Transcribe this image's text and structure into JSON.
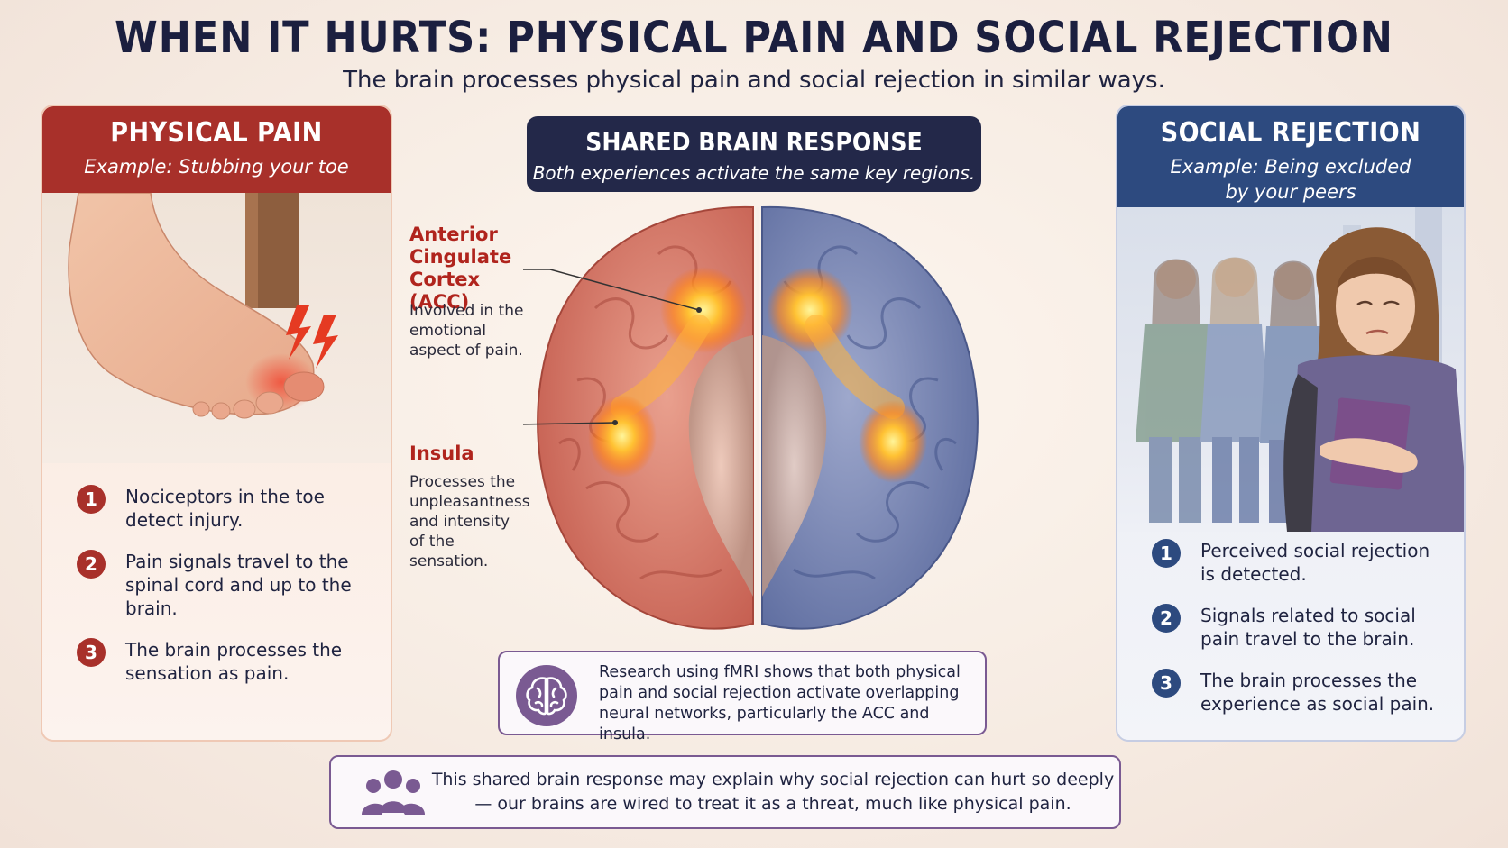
{
  "title": "WHEN IT HURTS: PHYSICAL PAIN AND SOCIAL REJECTION",
  "subtitle": "The brain processes physical pain and social rejection in similar ways.",
  "physical": {
    "title": "PHYSICAL PAIN",
    "example": "Example: Stubbing your toe",
    "steps": [
      {
        "num": "1",
        "text": "Nociceptors in the toe detect injury."
      },
      {
        "num": "2",
        "text": "Pain signals travel to the spinal cord and up to the brain."
      },
      {
        "num": "3",
        "text": "The brain processes the sensation as pain."
      }
    ]
  },
  "shared": {
    "title": "SHARED BRAIN RESPONSE",
    "subtitle": "Both experiences activate the same key regions.",
    "acc": {
      "title": "Anterior Cingulate Cortex (ACC)",
      "desc": "Involved in the emotional aspect of pain."
    },
    "insula": {
      "title": "Insula",
      "desc": "Processes the unpleasantness and intensity of the sensation."
    },
    "research": "Research using fMRI shows that both physical pain and social rejection activate overlapping neural networks, particularly the ACC and insula."
  },
  "social": {
    "title": "SOCIAL REJECTION",
    "example_line1": "Example: Being excluded",
    "example_line2": "by your peers",
    "steps": [
      {
        "num": "1",
        "text": "Perceived social rejection is detected."
      },
      {
        "num": "2",
        "text": "Signals related to social pain travel to the brain."
      },
      {
        "num": "3",
        "text": "The brain processes the experience as social pain."
      }
    ]
  },
  "conclusion": "This shared brain response may explain why social rejection can hurt so deeply— our brains are wired to treat it as a threat, much like physical pain.",
  "colors": {
    "physical_accent": "#a8302a",
    "social_accent": "#2d4a7f",
    "center_header": "#232849",
    "box_border": "#7a5a92"
  },
  "icons": {
    "pain_burst": "lightning-icon",
    "research": "brain-icon",
    "conclusion": "people-group-icon"
  }
}
